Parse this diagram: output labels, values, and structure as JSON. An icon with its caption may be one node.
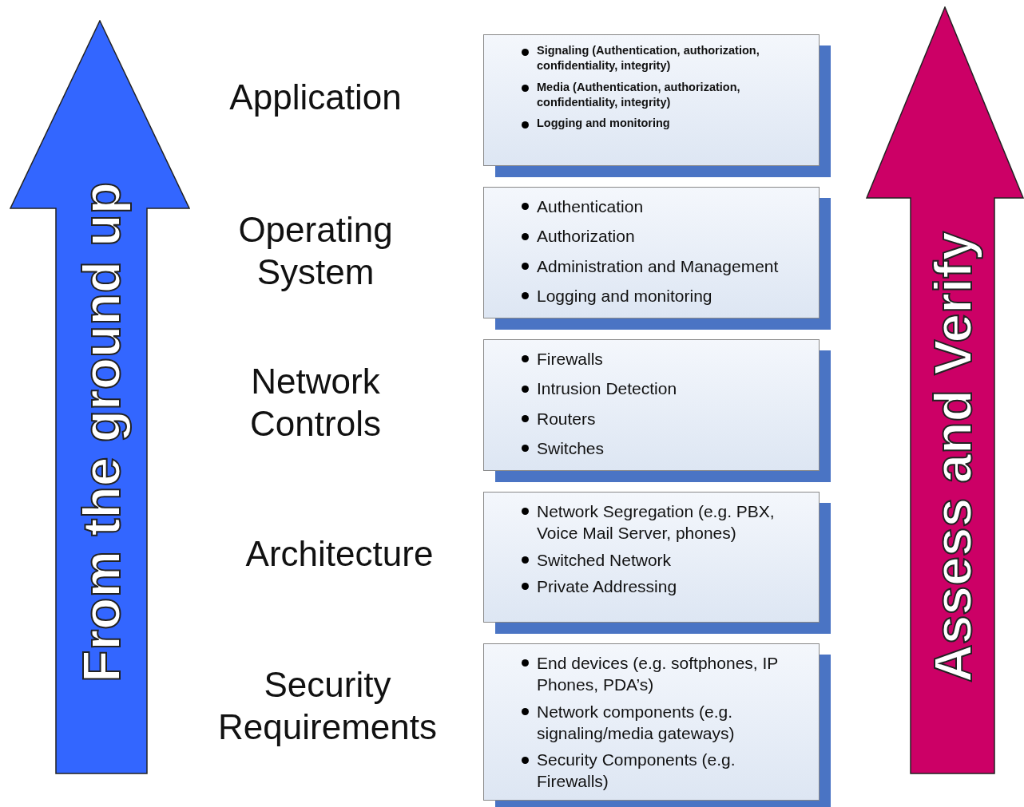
{
  "diagram": {
    "nodes": [
      {
        "text": [
          "From the ground up"
        ]
      },
      {
        "text": [
          "Signaling (Authentication, authorization, confidentiality, integrity)",
          "Media (Authentication, authorization, confidentiality, integrity)",
          "Logging and monitoring"
        ]
      },
      {
        "text": [
          "Authentication",
          "Authorization",
          "Administration and Management",
          "Logging and monitoring"
        ]
      },
      {
        "text": [
          "Firewalls",
          "Intrusion Detection",
          "Routers",
          "Switches"
        ]
      },
      {
        "text": [
          "Network Segregation (e.g. PBX, Voice Mail Server, phones)",
          "Switched Network",
          "Private Addressing"
        ]
      },
      {
        "text": [
          "End devices (e.g. softphones, IP Phones, PDA’s)",
          "Network components (e.g. signaling/media gateways)",
          "Security Components (e.g. Firewalls)"
        ]
      },
      {
        "text": [
          "Assess and Verify"
        ]
      }
    ],
    "labels": [
      "Application",
      "Operating System",
      "Network Controls",
      "Architecture",
      "Security Requirements"
    ]
  }
}
